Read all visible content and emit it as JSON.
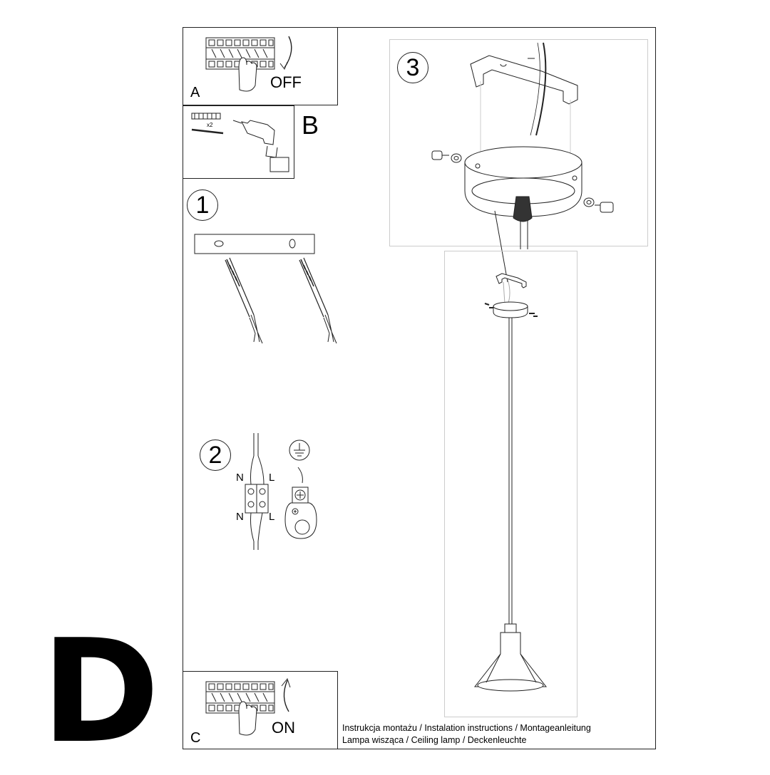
{
  "big_letter": "D",
  "panel_a": {
    "letter": "A",
    "action": "OFF"
  },
  "panel_b": {
    "letter": "B",
    "qty": "x2"
  },
  "panel_c": {
    "letter": "C",
    "action": "ON"
  },
  "steps": {
    "s1": "1",
    "s2": "2",
    "s3": "3"
  },
  "wiring": {
    "n_top": "N",
    "l_top": "L",
    "n_bottom": "N",
    "l_bottom": "L"
  },
  "caption": {
    "line1": "Instrukcja montażu / Instalation instructions / Montageanleitung",
    "line2": "Lampa wisząca / Ceiling lamp / Deckenleuchte"
  }
}
